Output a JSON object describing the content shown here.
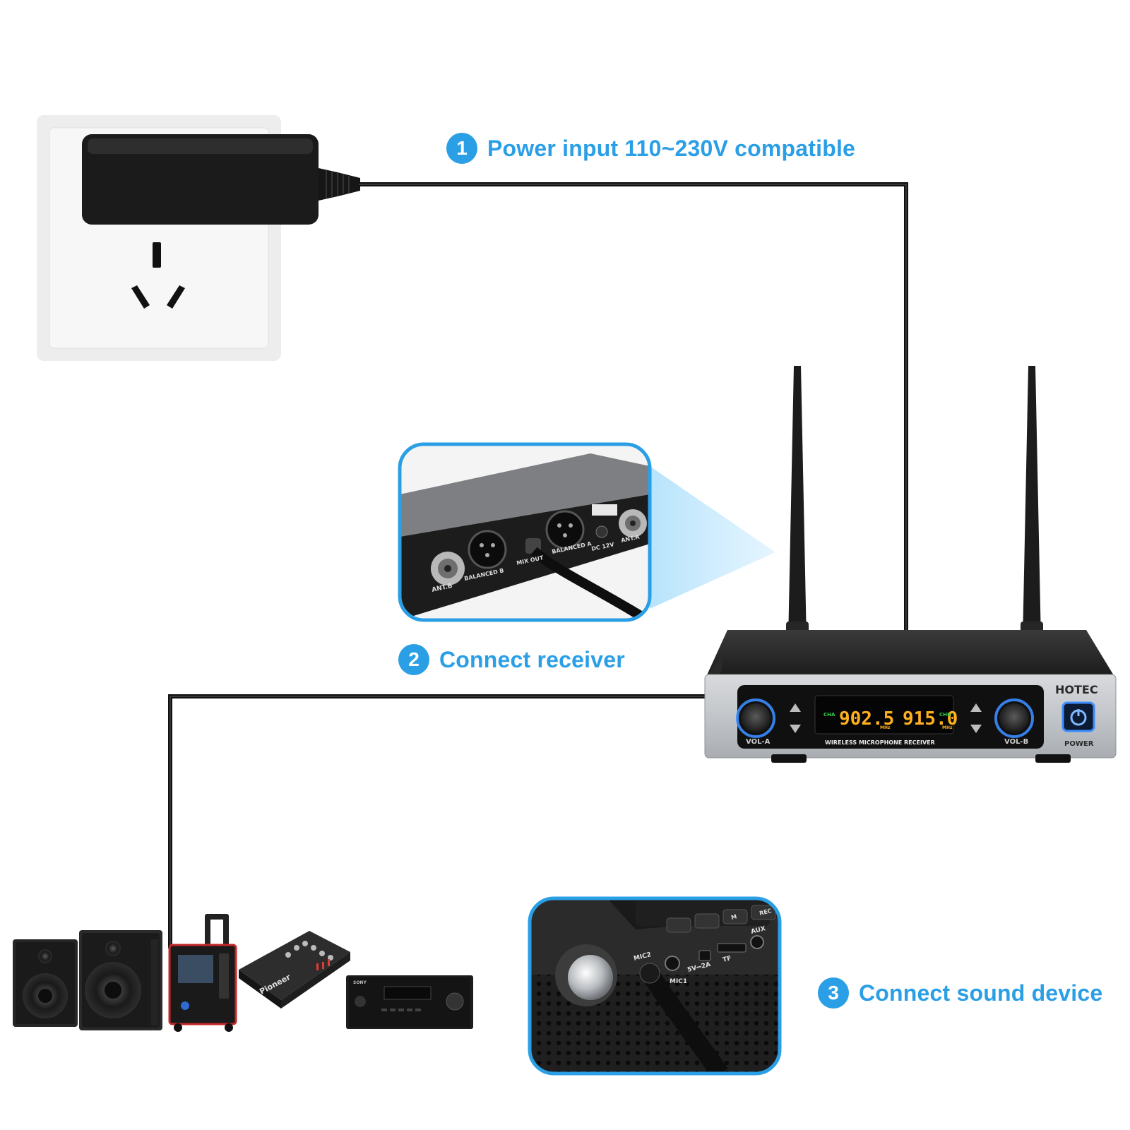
{
  "steps": [
    {
      "number": "1",
      "label": "Power input 110~230V compatible"
    },
    {
      "number": "2",
      "label": "Connect receiver"
    },
    {
      "number": "3",
      "label": "Connect sound device"
    }
  ],
  "receiver": {
    "brand": "HOTEC",
    "display_a": "902.5",
    "display_b": "915.0",
    "display_caption": "WIRELESS MICROPHONE RECEIVER",
    "knob_a_label": "VOL-A",
    "knob_b_label": "VOL-B",
    "power_label": "POWER",
    "display_unit": "MHz",
    "channel_a": "CHA",
    "channel_b": "CHB"
  },
  "rear_panel": {
    "ant_b": "ANT.B",
    "balanced_b": "BALANCED B",
    "mix_out": "MIX OUT",
    "balanced_a": "BALANCED A",
    "dc": "DC 12V",
    "ant_a": "ANT.A"
  },
  "sound_device_panel": {
    "mic1": "MIC1",
    "mic2": "MIC2",
    "power": "5V⎓2A",
    "tf": "TF",
    "aux": "AUX",
    "rec": "REC",
    "m": "M"
  },
  "devices": {
    "pioneer": "Pioneer",
    "sony": "SONY"
  },
  "colors": {
    "accent": "#2b9fe6",
    "cable": "#111111",
    "lcd_text": "#ffb020",
    "power_glow": "#3a8cff"
  }
}
